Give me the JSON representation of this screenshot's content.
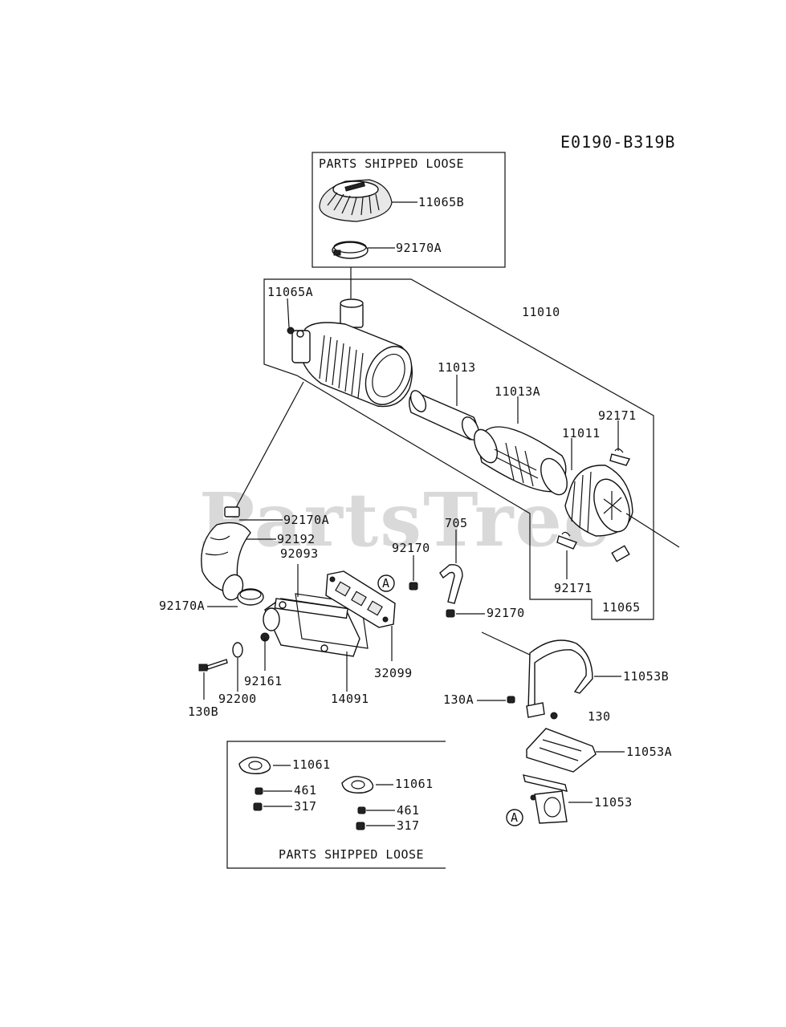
{
  "diagram_code": "E0190-B319B",
  "watermark": "PartsTree",
  "boxes": {
    "top_loose": "PARTS SHIPPED LOOSE",
    "bottom_loose": "PARTS SHIPPED LOOSE"
  },
  "callout_marker": "A",
  "labels": {
    "p11065B": "11065B",
    "p92170A_top": "92170A",
    "p11065A": "11065A",
    "p11010": "11010",
    "p11013": "11013",
    "p11013A": "11013A",
    "p92171_top": "92171",
    "p11011": "11011",
    "p92170A_hose": "92170A",
    "p92192": "92192",
    "p92093": "92093",
    "p705": "705",
    "p92170_a": "92170",
    "p92171_bot": "92171",
    "p11065": "11065",
    "p92170A_left": "92170A",
    "p92170_b": "92170",
    "p32099": "32099",
    "p92161": "92161",
    "p92200": "92200",
    "p14091": "14091",
    "p130B": "130B",
    "p11053B": "11053B",
    "p130A": "130A",
    "p130": "130",
    "p11053A": "11053A",
    "p11053": "11053",
    "p11061_a": "11061",
    "p461_a": "461",
    "p317_a": "317",
    "p11061_b": "11061",
    "p461_b": "461",
    "p317_b": "317"
  }
}
